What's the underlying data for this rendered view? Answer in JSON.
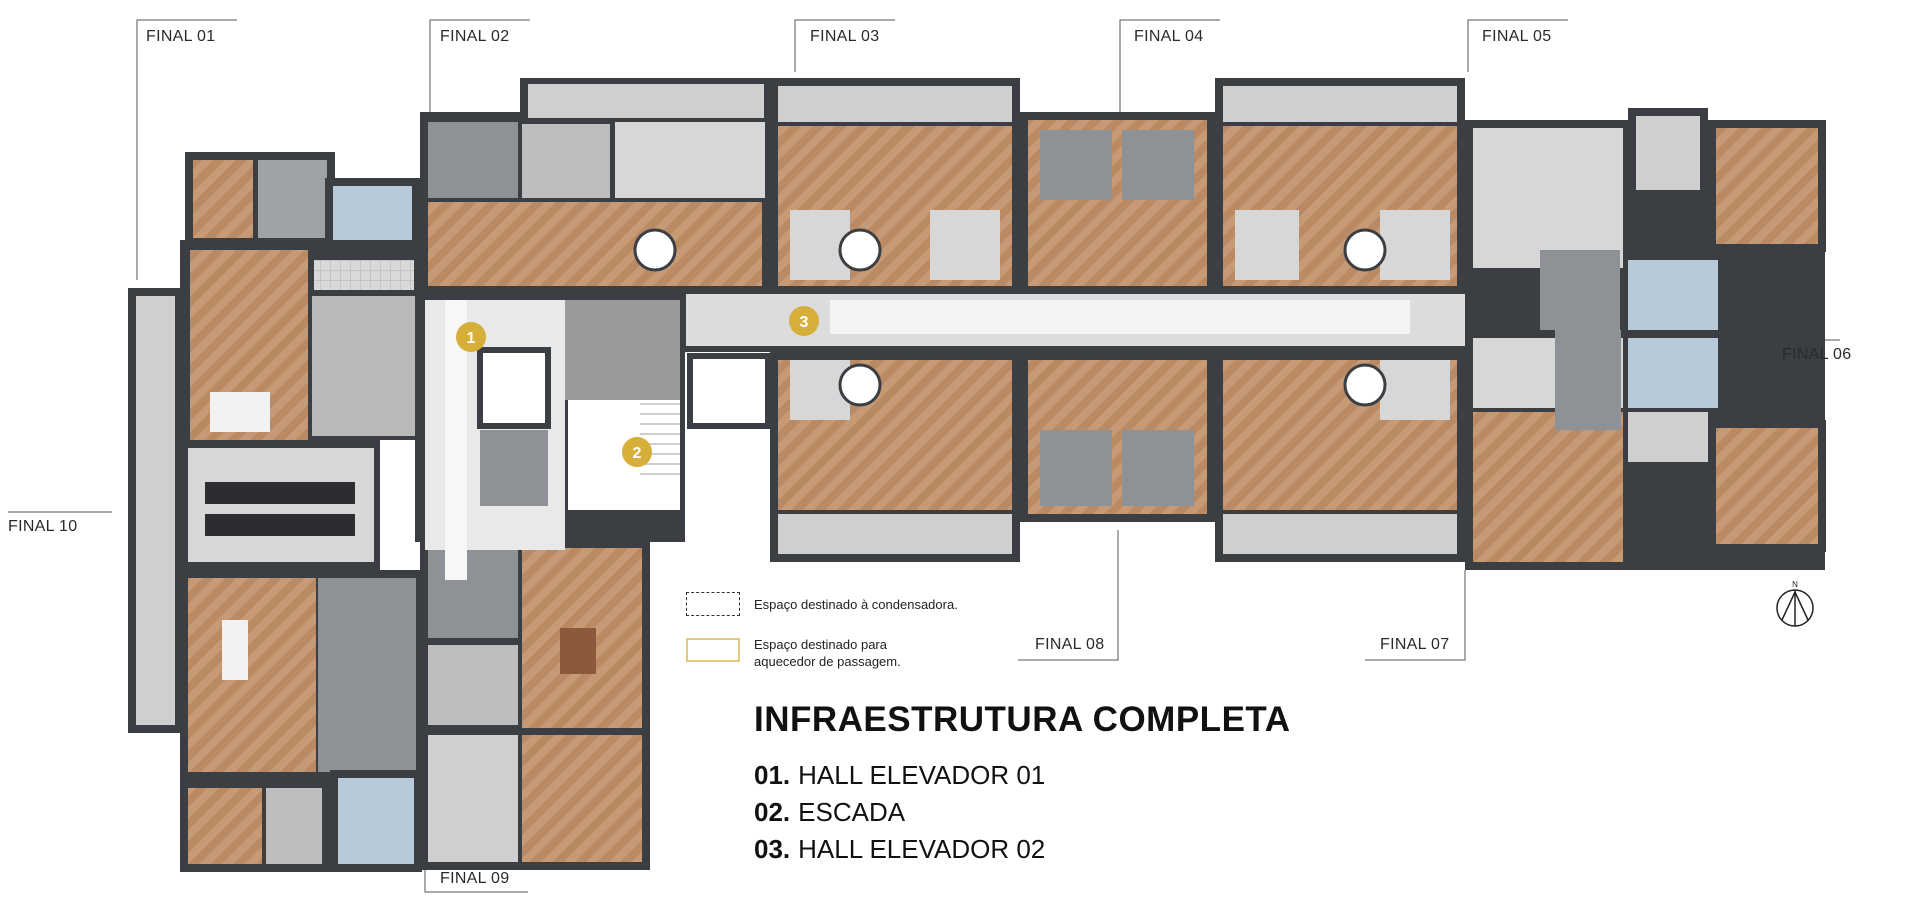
{
  "finals": {
    "f01": "FINAL 01",
    "f02": "FINAL 02",
    "f03": "FINAL 03",
    "f04": "FINAL 04",
    "f05": "FINAL 05",
    "f06": "FINAL 06",
    "f07": "FINAL 07",
    "f08": "FINAL 08",
    "f09": "FINAL 09",
    "f10": "FINAL 10"
  },
  "markers": [
    "1",
    "2",
    "3"
  ],
  "compass": "N",
  "legend": {
    "condensadora": "Espaço destinado à condensadora.",
    "aquecedor_1": "Espaço destinado para",
    "aquecedor_2": "aquecedor de passagem."
  },
  "infra": {
    "title": "INFRAESTRUTURA COMPLETA",
    "items": [
      {
        "num": "01.",
        "label": "HALL ELEVADOR 01"
      },
      {
        "num": "02.",
        "label": "ESCADA"
      },
      {
        "num": "03.",
        "label": "HALL ELEVADOR 02"
      }
    ]
  },
  "colors": {
    "wall": "#3b3e42",
    "floor_wood": "#b88a66",
    "floor_grey": "#c9c9c9",
    "corridor": "#ececec",
    "marker": "#d6ae3a",
    "aquecedor_border": "#e3c77a"
  }
}
